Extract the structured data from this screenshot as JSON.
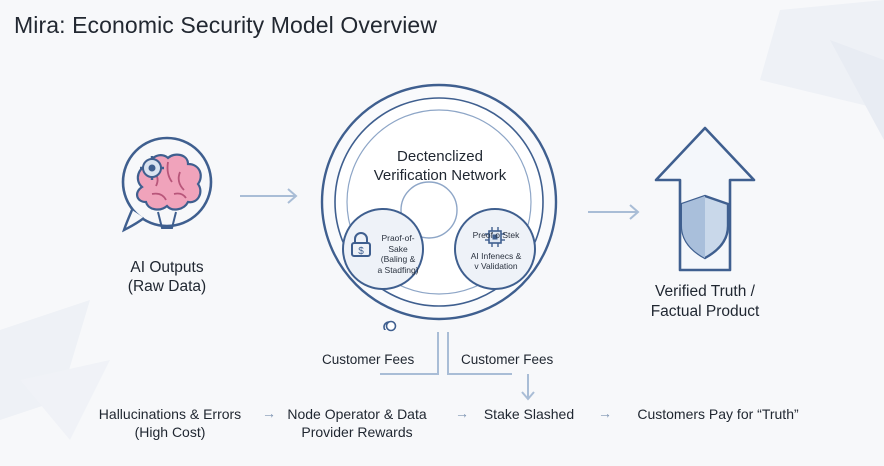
{
  "title": "Mira: Economic Security Model Overview",
  "ai_outputs": {
    "line1": "AI Outputs",
    "line2": "(Raw Data)",
    "icon": "brain-icon"
  },
  "network": {
    "title_line1": "Dectenclized",
    "title_line2": "Verification Network",
    "left_node": {
      "line1": "Praof-of-Sake",
      "line2": "(Baling &",
      "line3": "a Stadfing)",
      "icon": "lock-dollar-icon"
    },
    "right_node": {
      "line1": "Preof o  Stek",
      "line2": "AI Infenecs &",
      "line3": "v Validation",
      "icon": "chip-icon"
    }
  },
  "verified": {
    "line1": "Verified Truth /",
    "line2": "Factual Product",
    "icon": "shield-arrow-icon"
  },
  "fees": {
    "left": "Customer Fees",
    "right": "Customer Fees"
  },
  "bottom_flow": [
    {
      "line1": "Hallucinations & Errors",
      "line2": "(High Cost)"
    },
    {
      "line1": "Node Operator & Data",
      "line2": "Provider Rewards"
    },
    {
      "line1": "Stake Slashed",
      "line2": ""
    },
    {
      "line1": "Customers Pay for “Truth”",
      "line2": ""
    }
  ],
  "colors": {
    "accent_blue": "#3f5f8f",
    "light_blue": "#a9bdd6",
    "brain_pink": "#e98aa8"
  }
}
